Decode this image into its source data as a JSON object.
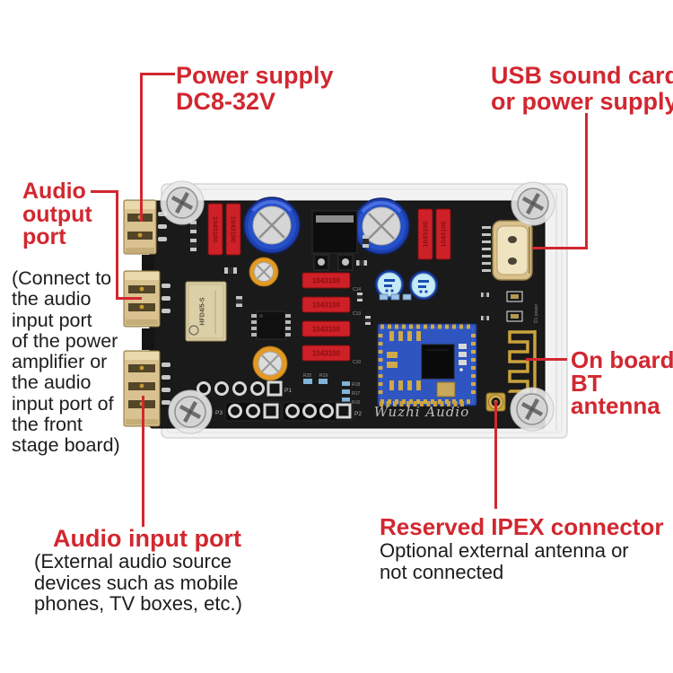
{
  "colors": {
    "label_red": "#d22730",
    "note_black": "#1d1d1d",
    "pcb_black": "#1a1a1a",
    "acrylic_white": "#f2f2f2",
    "film_cap_red": "#ce2127",
    "electrolytic_blue": "#2550c8",
    "connector_beige": "#d9c28f",
    "bt_module_blue": "#2e55c0",
    "antenna_gold": "#c9a23c"
  },
  "annotations": {
    "power_supply": {
      "lines": [
        "Power supply",
        "DC8-32V"
      ]
    },
    "usb": {
      "lines": [
        "USB sound card",
        "or power supply"
      ]
    },
    "audio_output": {
      "lines": [
        "Audio",
        "output",
        "port"
      ],
      "note_lines": [
        "(Connect to",
        "the audio",
        "input port",
        "of the power",
        "amplifier or",
        "the audio",
        "input port of",
        "the front",
        "stage board)"
      ]
    },
    "audio_input": {
      "title": "Audio input port",
      "note_lines": [
        "(External audio source",
        "devices such as mobile",
        "phones, TV boxes, etc.)"
      ]
    },
    "bt_antenna": {
      "lines": [
        "On board",
        "BT",
        "antenna"
      ]
    },
    "ipex": {
      "title": "Reserved IPEX connector",
      "note_lines": [
        "Optional external antenna or",
        "not connected"
      ]
    }
  },
  "board": {
    "film_cap_label": "1043100",
    "relay_label": "HFD4/5-S",
    "logo_text": "Wuzhi Audio",
    "usb_led_label": "D1 power",
    "header_labels": {
      "p1": "P1",
      "p2": "P2",
      "p3": "P3"
    },
    "resistor_labels": [
      "R20",
      "R19",
      "R18",
      "R17",
      "R16"
    ],
    "cap_labels": [
      "C14",
      "C13",
      "C10"
    ]
  }
}
